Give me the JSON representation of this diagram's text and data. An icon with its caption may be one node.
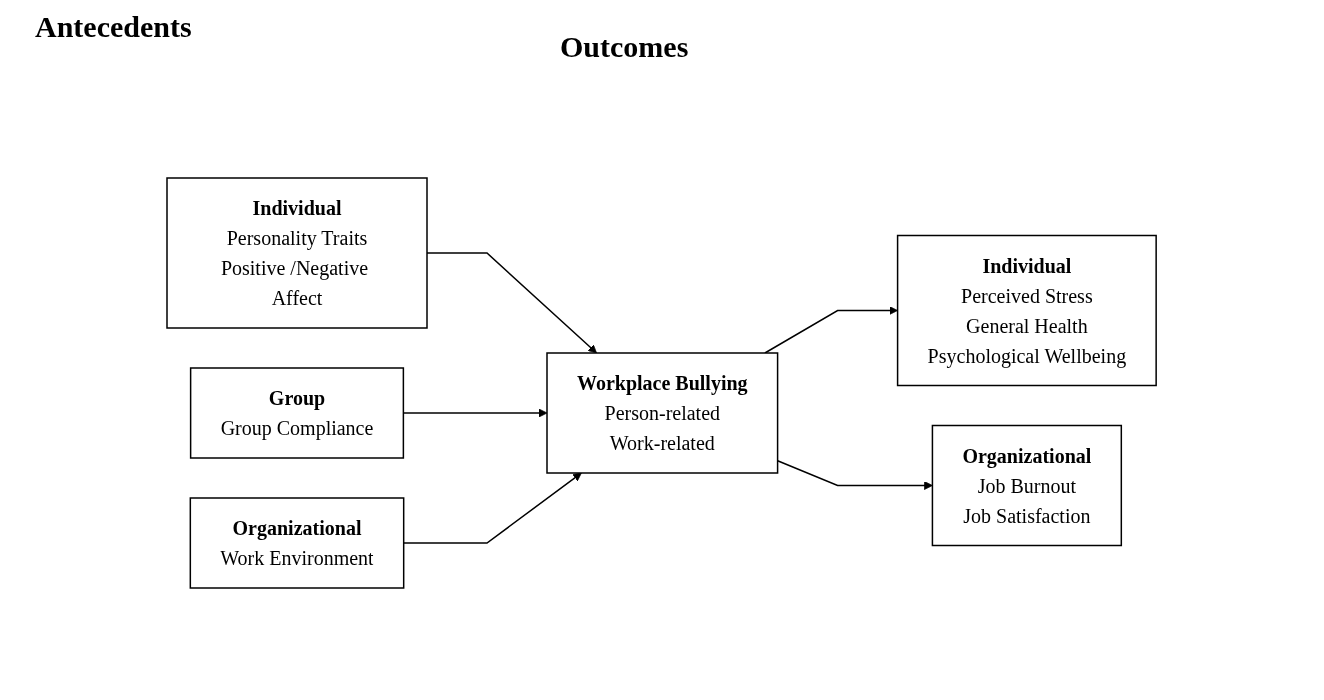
{
  "diagram": {
    "nodes": [
      {
        "text": [
          "Individual",
          "Personality Traits",
          "Positive /Negative Affect"
        ]
      },
      {
        "text": [
          "Group",
          "Group Compliance"
        ]
      },
      {
        "text": [
          "Organizational",
          "Work Environment"
        ]
      },
      {
        "text": [
          "Workplace Bullying",
          "Person-related",
          "Work-related"
        ]
      },
      {
        "text": [
          "Individual",
          "Perceived Stress",
          "General Health",
          "Psychological Wellbeing"
        ]
      },
      {
        "text": [
          "Organizational",
          "Job Burnout",
          "Job Satisfaction"
        ]
      }
    ],
    "edges": [
      {
        "from": 0,
        "to": 3,
        "arrow": "to"
      },
      {
        "from": 1,
        "to": 3,
        "arrow": "to"
      },
      {
        "from": 2,
        "to": 3,
        "arrow": "to"
      },
      {
        "from": 3,
        "to": 4,
        "arrow": "to"
      },
      {
        "from": 3,
        "to": 5,
        "arrow": "to"
      }
    ],
    "labels": [
      "Antecedents",
      "Outcomes"
    ]
  }
}
